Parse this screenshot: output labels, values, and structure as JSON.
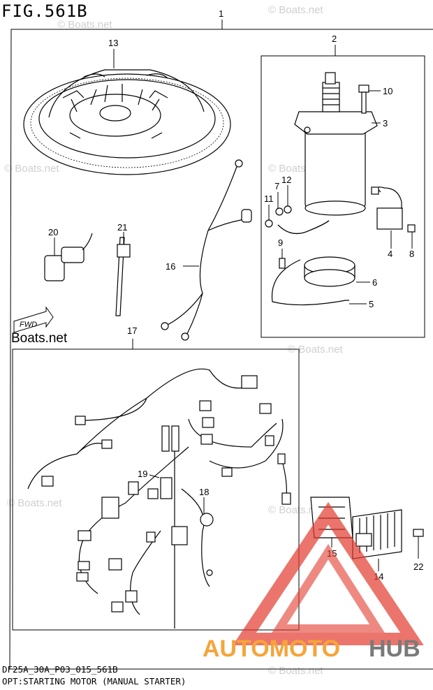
{
  "figure": {
    "title": "FIG.561B",
    "code": "DF25A_30A_P03_015_561B",
    "caption": "OPT:STARTING MOTOR (MANUAL STARTER)"
  },
  "callouts": [
    "1",
    "2",
    "3",
    "4",
    "5",
    "6",
    "7",
    "8",
    "9",
    "10",
    "11",
    "12",
    "13",
    "14",
    "15",
    "16",
    "17",
    "18",
    "19",
    "20",
    "21",
    "22"
  ],
  "direction_label": "FWD",
  "watermark": {
    "text": "© Boats.net",
    "big_text": "Boats.net"
  },
  "brand": {
    "part1": "AUTOMOTO",
    "part2": "HUB",
    "color_red": "#e23b2e",
    "color_orange": "#f6a43a",
    "color_gray": "#7a7a7a"
  }
}
